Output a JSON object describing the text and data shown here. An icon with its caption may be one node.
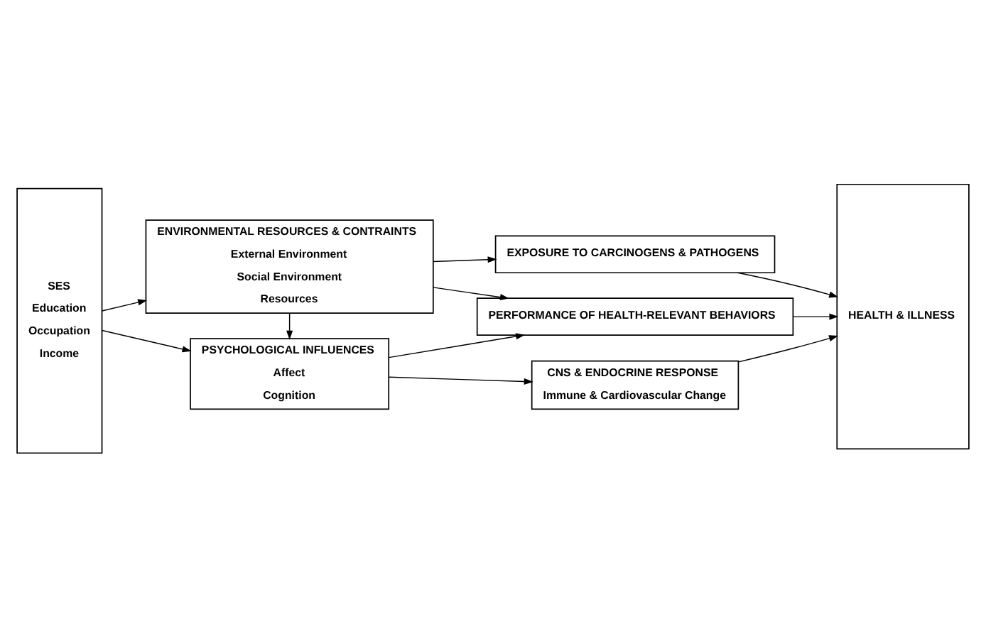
{
  "diagram": {
    "nodes": [
      {
        "text": [
          "SES",
          "Education",
          "Occupation",
          "Income"
        ]
      },
      {
        "text": [
          "ENVIRONMENTAL RESOURCES & CONTRAINTS",
          "External Environment",
          "Social Environment",
          "Resources"
        ]
      },
      {
        "text": [
          "PSYCHOLOGICAL INFLUENCES",
          "Affect",
          "Cognition"
        ]
      },
      {
        "text": [
          "EXPOSURE TO CARCINOGENS & PATHOGENS"
        ]
      },
      {
        "text": [
          "PERFORMANCE OF HEALTH-RELEVANT BEHAVIORS"
        ]
      },
      {
        "text": [
          "CNS & ENDOCRINE RESPONSE",
          "Immune & Cardiovascular Change"
        ]
      },
      {
        "text": [
          "HEALTH & ILLNESS"
        ]
      }
    ],
    "edges": [
      {
        "from": 0,
        "to": 1,
        "arrow": "to"
      },
      {
        "from": 0,
        "to": 2,
        "arrow": "to"
      },
      {
        "from": 1,
        "to": 3,
        "arrow": "to"
      },
      {
        "from": 1,
        "to": 4,
        "arrow": "to"
      },
      {
        "from": 1,
        "to": 2,
        "arrow": "to"
      },
      {
        "from": 2,
        "to": 4,
        "arrow": "to"
      },
      {
        "from": 2,
        "to": 5,
        "arrow": "to"
      },
      {
        "from": 3,
        "to": 6,
        "arrow": "to"
      },
      {
        "from": 4,
        "to": 6,
        "arrow": "to"
      },
      {
        "from": 5,
        "to": 6,
        "arrow": "to"
      }
    ]
  }
}
